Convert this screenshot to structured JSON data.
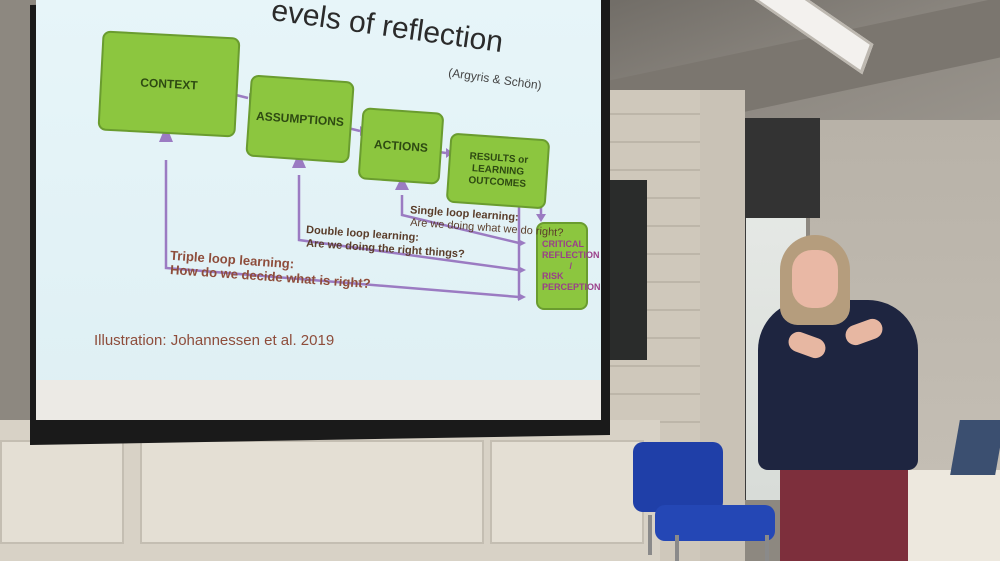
{
  "slide": {
    "title_fragment": "evels of reflection",
    "citation": "(Argyris & Schön)",
    "boxes": {
      "context": "CONTEXT",
      "assumptions": "ASSUMPTIONS",
      "actions": "ACTIONS",
      "results_line1": "RESULTS or",
      "results_line2": "LEARNING OUTCOMES",
      "critical_line1": "CRITICAL",
      "critical_line2": "REFLECTION /",
      "critical_line3": "RISK",
      "critical_line4": "PERCEPTION"
    },
    "single_loop_title": "Single loop learning:",
    "single_loop_q": "Are we doing what we do right?",
    "double_loop_title": "Double loop learning:",
    "double_loop_q": "Are we doing the right things?",
    "triple_loop_title": "Triple loop learning:",
    "triple_loop_q": "How do we decide what is right?",
    "illustration": "Illustration: Johannessen et al. 2019"
  },
  "colors": {
    "box_green": "#8cc63f",
    "arrow_purple": "#9b7bc2",
    "text_brown": "#8e4d3b"
  }
}
